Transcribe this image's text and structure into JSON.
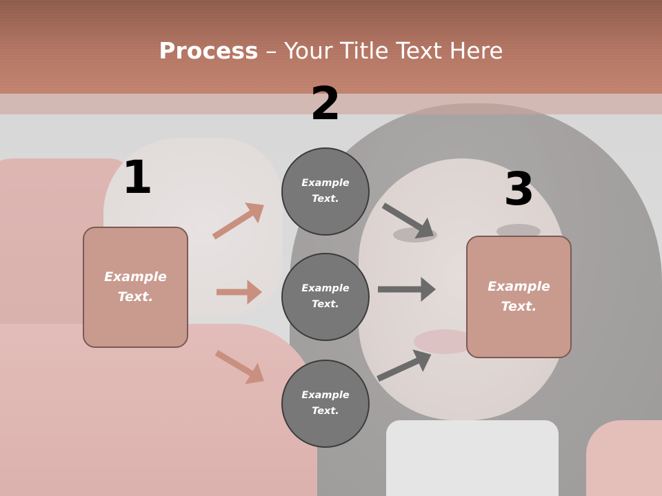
{
  "slide": {
    "title_bold": "Process",
    "title_rest": " – Your Title Text Here",
    "step_numbers": [
      "1",
      "2",
      "3"
    ],
    "left_box": {
      "line1": "Example",
      "line2": "Text."
    },
    "right_box": {
      "line1": "Example",
      "line2": "Text."
    },
    "circles": [
      {
        "line1": "Example",
        "line2": "Text."
      },
      {
        "line1": "Example",
        "line2": "Text."
      },
      {
        "line1": "Example",
        "line2": "Text."
      }
    ]
  },
  "colors": {
    "header": "#b47664",
    "box_fill": "#c99a8e",
    "box_border": "#7b5a53",
    "circle_fill": "#787878",
    "circle_border": "#3b3b3b",
    "arrow_left": "#c9907f",
    "arrow_right": "#6b6b6b"
  },
  "icons": [
    "arrow-right-icon"
  ]
}
